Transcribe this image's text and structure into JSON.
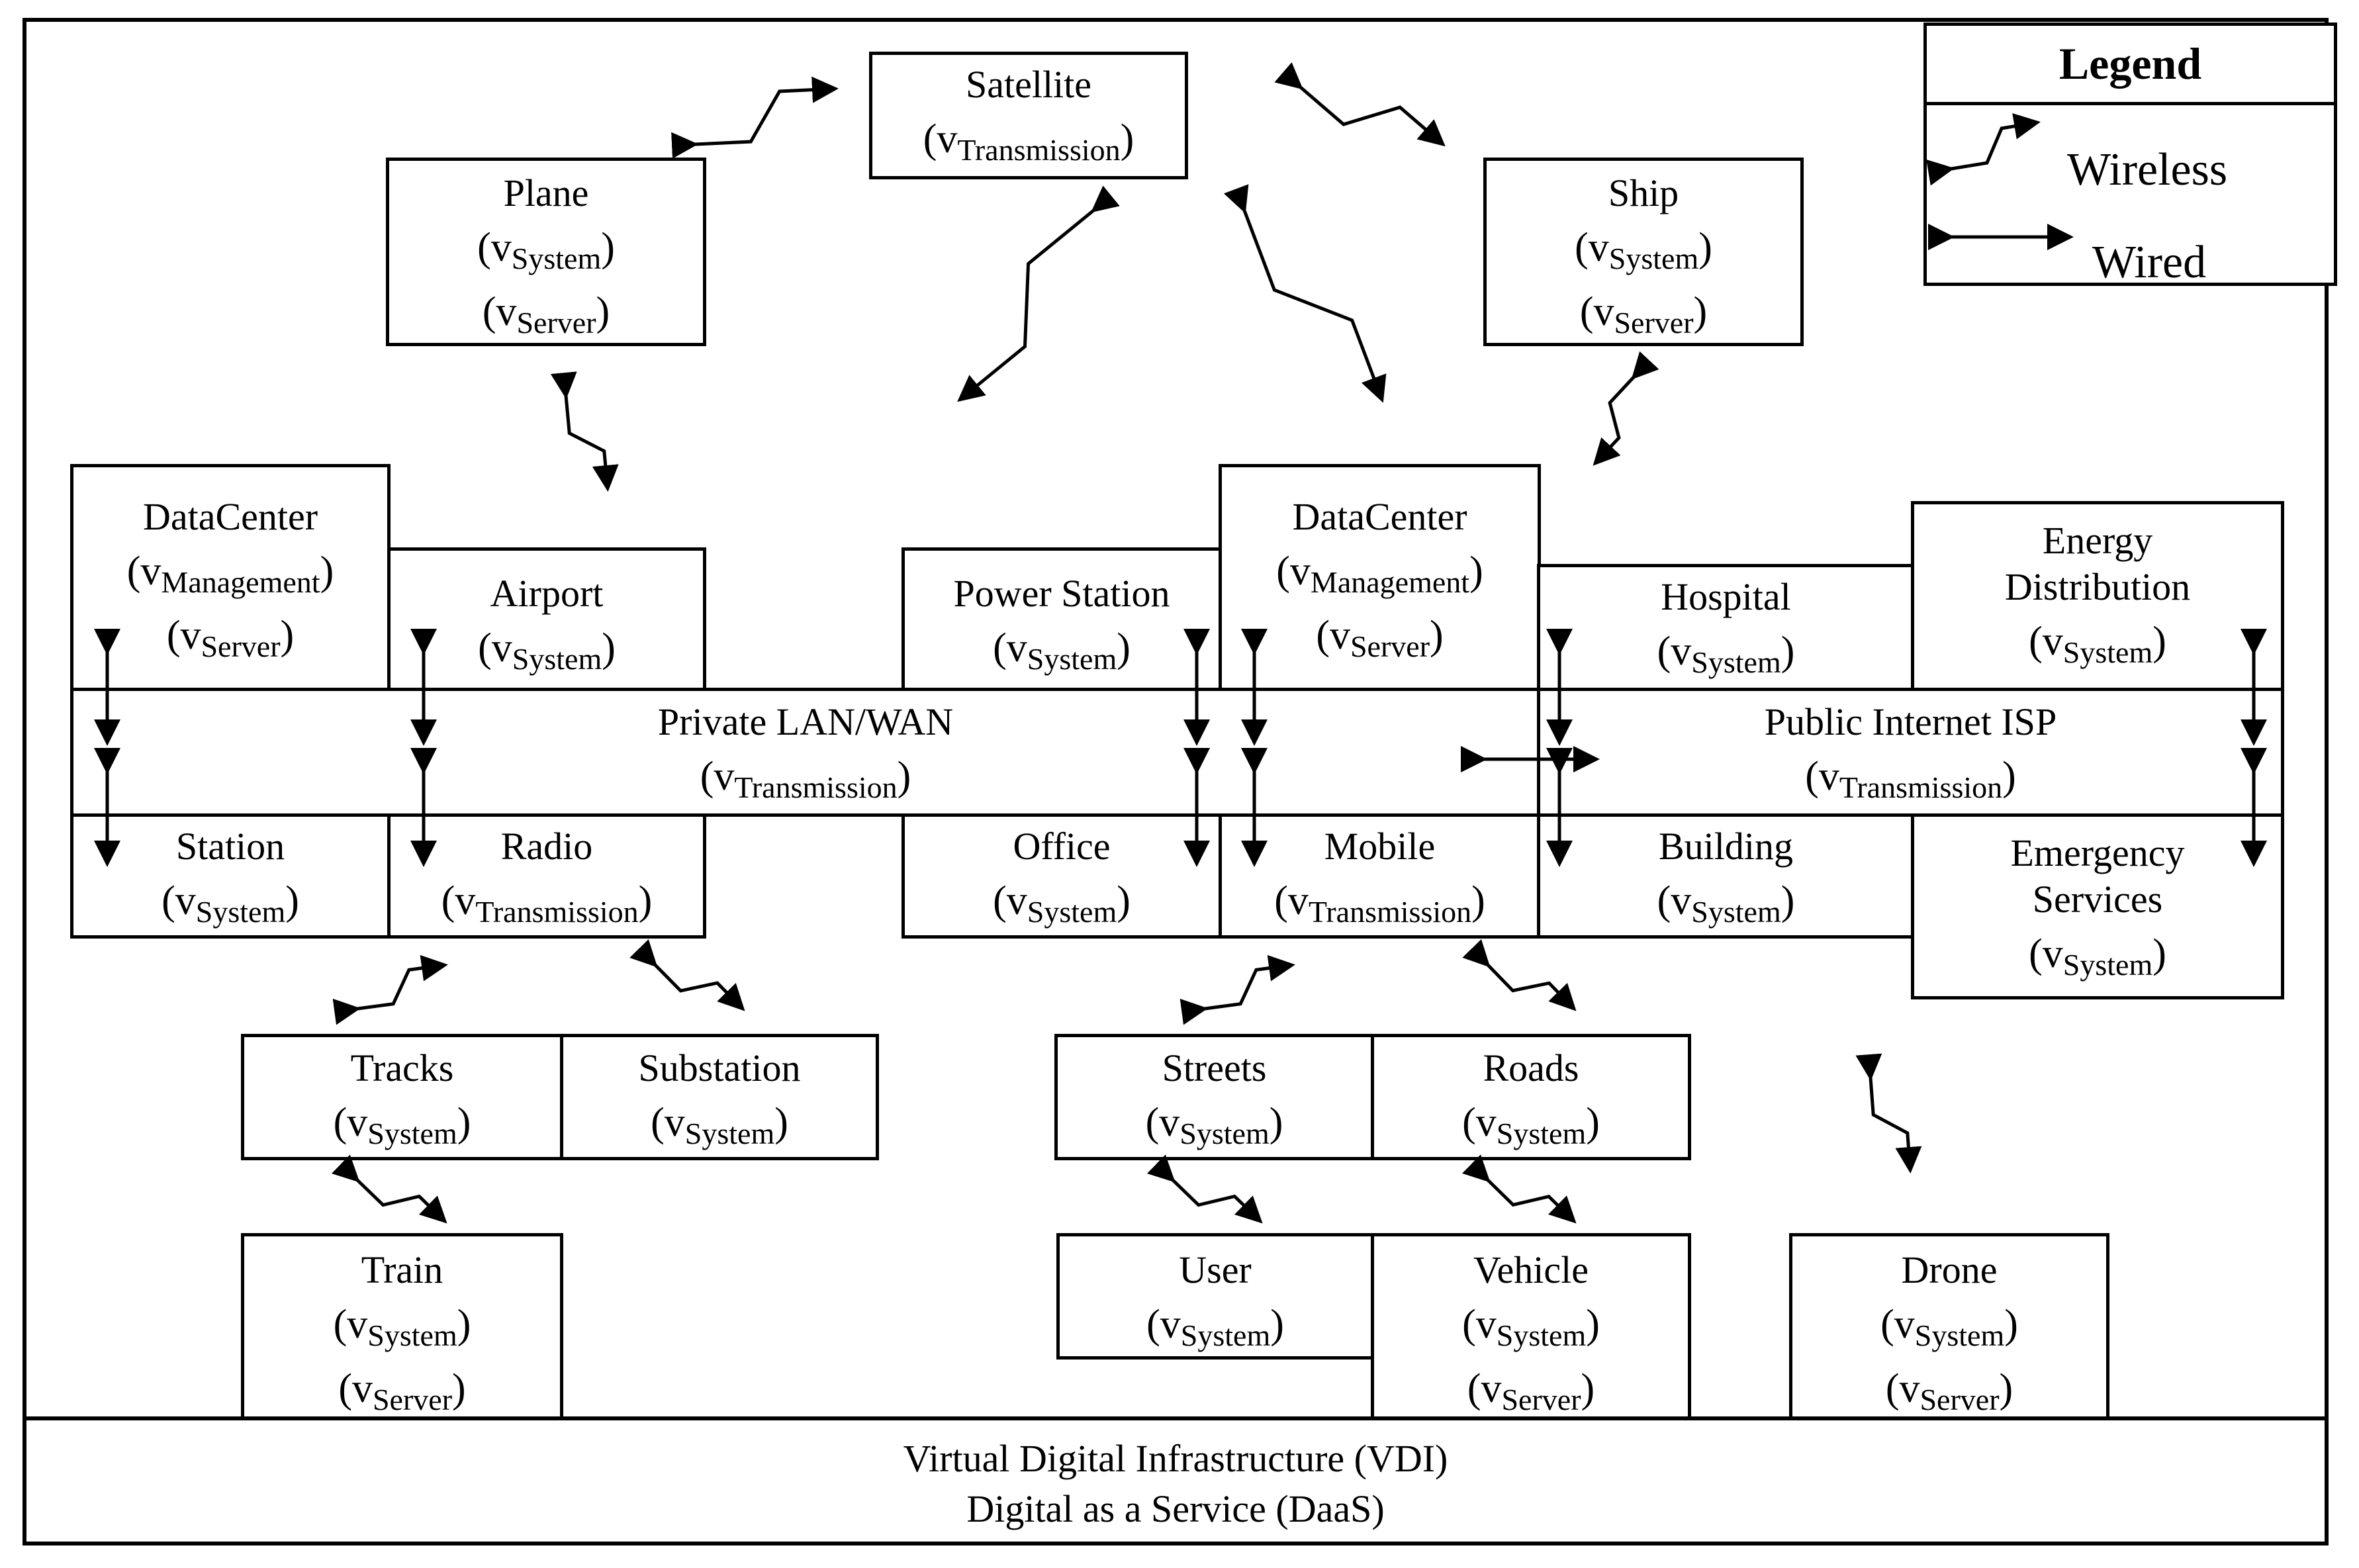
{
  "legend": {
    "title": "Legend",
    "wireless": "Wireless",
    "wired": "Wired"
  },
  "nodes": {
    "satellite": {
      "title": "Satellite",
      "v1": "Transmission"
    },
    "plane": {
      "title": "Plane",
      "v1": "System",
      "v2": "Server"
    },
    "ship": {
      "title": "Ship",
      "v1": "System",
      "v2": "Server"
    },
    "datacenter_left": {
      "title": "DataCenter",
      "v1": "Management",
      "v2": "Server"
    },
    "airport": {
      "title": "Airport",
      "v1": "System"
    },
    "power_station": {
      "title": "Power Station",
      "v1": "System"
    },
    "datacenter_right": {
      "title": "DataCenter",
      "v1": "Management",
      "v2": "Server"
    },
    "hospital": {
      "title": "Hospital",
      "v1": "System"
    },
    "energy_distribution": {
      "title1": "Energy",
      "title2": "Distribution",
      "v1": "System"
    },
    "private_lan": {
      "title": "Private LAN/WAN",
      "v1": "Transmission"
    },
    "public_isp": {
      "title": "Public Internet ISP",
      "v1": "Transmission"
    },
    "station": {
      "title": "Station",
      "v1": "System"
    },
    "radio": {
      "title": "Radio",
      "v1": "Transmission"
    },
    "office": {
      "title": "Office",
      "v1": "System"
    },
    "mobile": {
      "title": "Mobile",
      "v1": "Transmission"
    },
    "building": {
      "title": "Building",
      "v1": "System"
    },
    "emergency_services": {
      "title1": "Emergency",
      "title2": "Services",
      "v1": "System"
    },
    "tracks": {
      "title": "Tracks",
      "v1": "System"
    },
    "substation": {
      "title": "Substation",
      "v1": "System"
    },
    "streets": {
      "title": "Streets",
      "v1": "System"
    },
    "roads": {
      "title": "Roads",
      "v1": "System"
    },
    "train": {
      "title": "Train",
      "v1": "System",
      "v2": "Server"
    },
    "user": {
      "title": "User",
      "v1": "System"
    },
    "vehicle": {
      "title": "Vehicle",
      "v1": "System",
      "v2": "Server"
    },
    "drone": {
      "title": "Drone",
      "v1": "System",
      "v2": "Server"
    }
  },
  "v_letter": "v",
  "footer": {
    "line1": "Virtual Digital Infrastructure (VDI)",
    "line2": "Digital as a Service (DaaS)"
  }
}
